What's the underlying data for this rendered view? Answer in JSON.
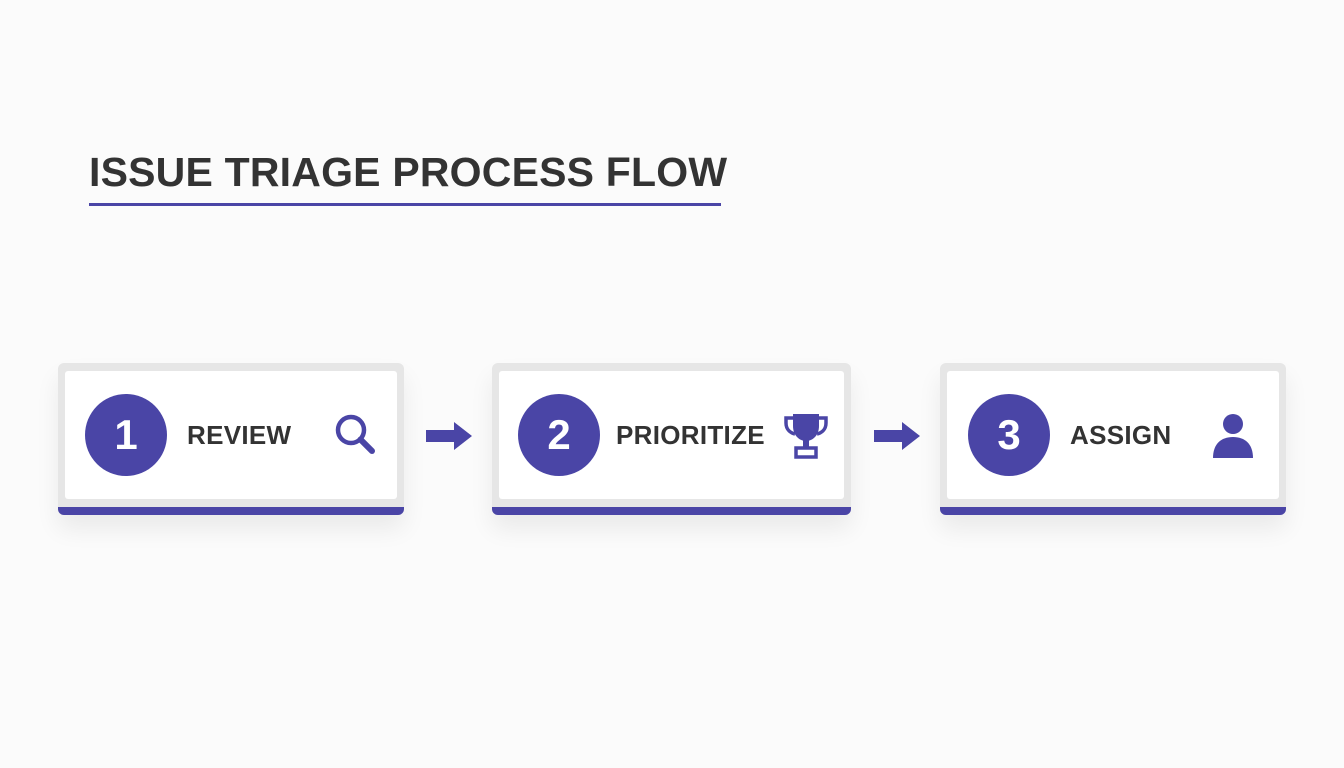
{
  "title": "ISSUE TRIAGE PROCESS FLOW",
  "colors": {
    "accent": "#4a45a6",
    "text": "#333333",
    "card_frame": "#e6e6e6",
    "card": "#ffffff",
    "background": "#fbfbfb"
  },
  "steps": [
    {
      "number": "1",
      "label": "REVIEW",
      "icon": "magnifier-icon"
    },
    {
      "number": "2",
      "label": "PRIORITIZE",
      "icon": "trophy-icon"
    },
    {
      "number": "3",
      "label": "ASSIGN",
      "icon": "user-icon"
    }
  ],
  "connectors": [
    "right-arrow-icon",
    "right-arrow-icon"
  ]
}
